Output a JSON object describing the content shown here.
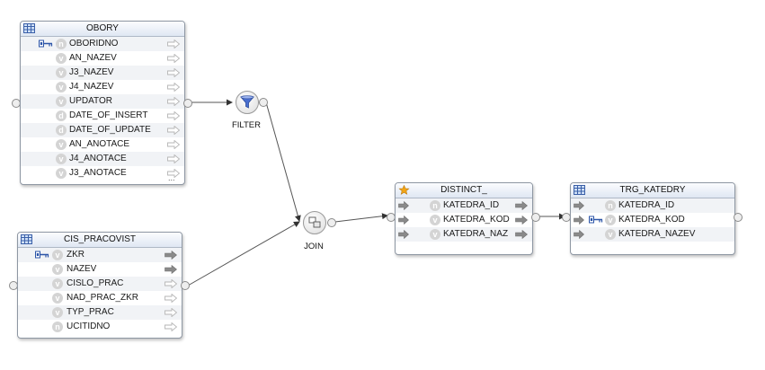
{
  "oby": {
    "title": "OBORY",
    "columns": [
      {
        "name": "OBORIDNO",
        "type": "n",
        "key": true
      },
      {
        "name": "AN_NAZEV",
        "type": "v",
        "key": false
      },
      {
        "name": "J3_NAZEV",
        "type": "v",
        "key": false
      },
      {
        "name": "J4_NAZEV",
        "type": "v",
        "key": false
      },
      {
        "name": "UPDATOR",
        "type": "v",
        "key": false
      },
      {
        "name": "DATE_OF_INSERT",
        "type": "d",
        "key": false
      },
      {
        "name": "DATE_OF_UPDATE",
        "type": "d",
        "key": false
      },
      {
        "name": "AN_ANOTACE",
        "type": "v",
        "key": false
      },
      {
        "name": "J4_ANOTACE",
        "type": "v",
        "key": false
      },
      {
        "name": "J3_ANOTACE",
        "type": "v",
        "key": false
      }
    ],
    "more": "..."
  },
  "cis": {
    "title": "CIS_PRACOVIST",
    "columns": [
      {
        "name": "ZKR",
        "type": "v",
        "key": true
      },
      {
        "name": "NAZEV",
        "type": "v",
        "key": false
      },
      {
        "name": "CISLO_PRAC",
        "type": "v",
        "key": false
      },
      {
        "name": "NAD_PRAC_ZKR",
        "type": "v",
        "key": false
      },
      {
        "name": "TYP_PRAC",
        "type": "v",
        "key": false
      },
      {
        "name": "UCITIDNO",
        "type": "n",
        "key": false
      }
    ]
  },
  "distinct": {
    "title": "DISTINCT_",
    "columns": [
      {
        "name": "KATEDRA_ID",
        "type": "n"
      },
      {
        "name": "KATEDRA_KOD",
        "type": "v"
      },
      {
        "name": "KATEDRA_NAZ",
        "type": "v"
      }
    ]
  },
  "target": {
    "title": "TRG_KATEDRY",
    "columns": [
      {
        "name": "KATEDRA_ID",
        "type": "n",
        "key": false
      },
      {
        "name": "KATEDRA_KOD",
        "type": "v",
        "key": true
      },
      {
        "name": "KATEDRA_NAZEV",
        "type": "v",
        "key": false
      }
    ]
  },
  "operators": {
    "filter": "FILTER",
    "join": "JOIN"
  },
  "colors": {
    "table_border": "#8e97a3",
    "header_bg": "#dfe7f3",
    "wire": "#555555",
    "arrow_grey": "#8a8a8a",
    "filter_blue": "#4a6fd0",
    "star": "#f2a516"
  },
  "icons": {
    "table_header": "table-grid-icon",
    "distinct_header": "star-icon",
    "key": "primary-key-icon",
    "filter": "funnel-icon",
    "join": "join-icon",
    "out_arrow": "output-arrow-icon",
    "in_arrow": "input-arrow-icon"
  }
}
